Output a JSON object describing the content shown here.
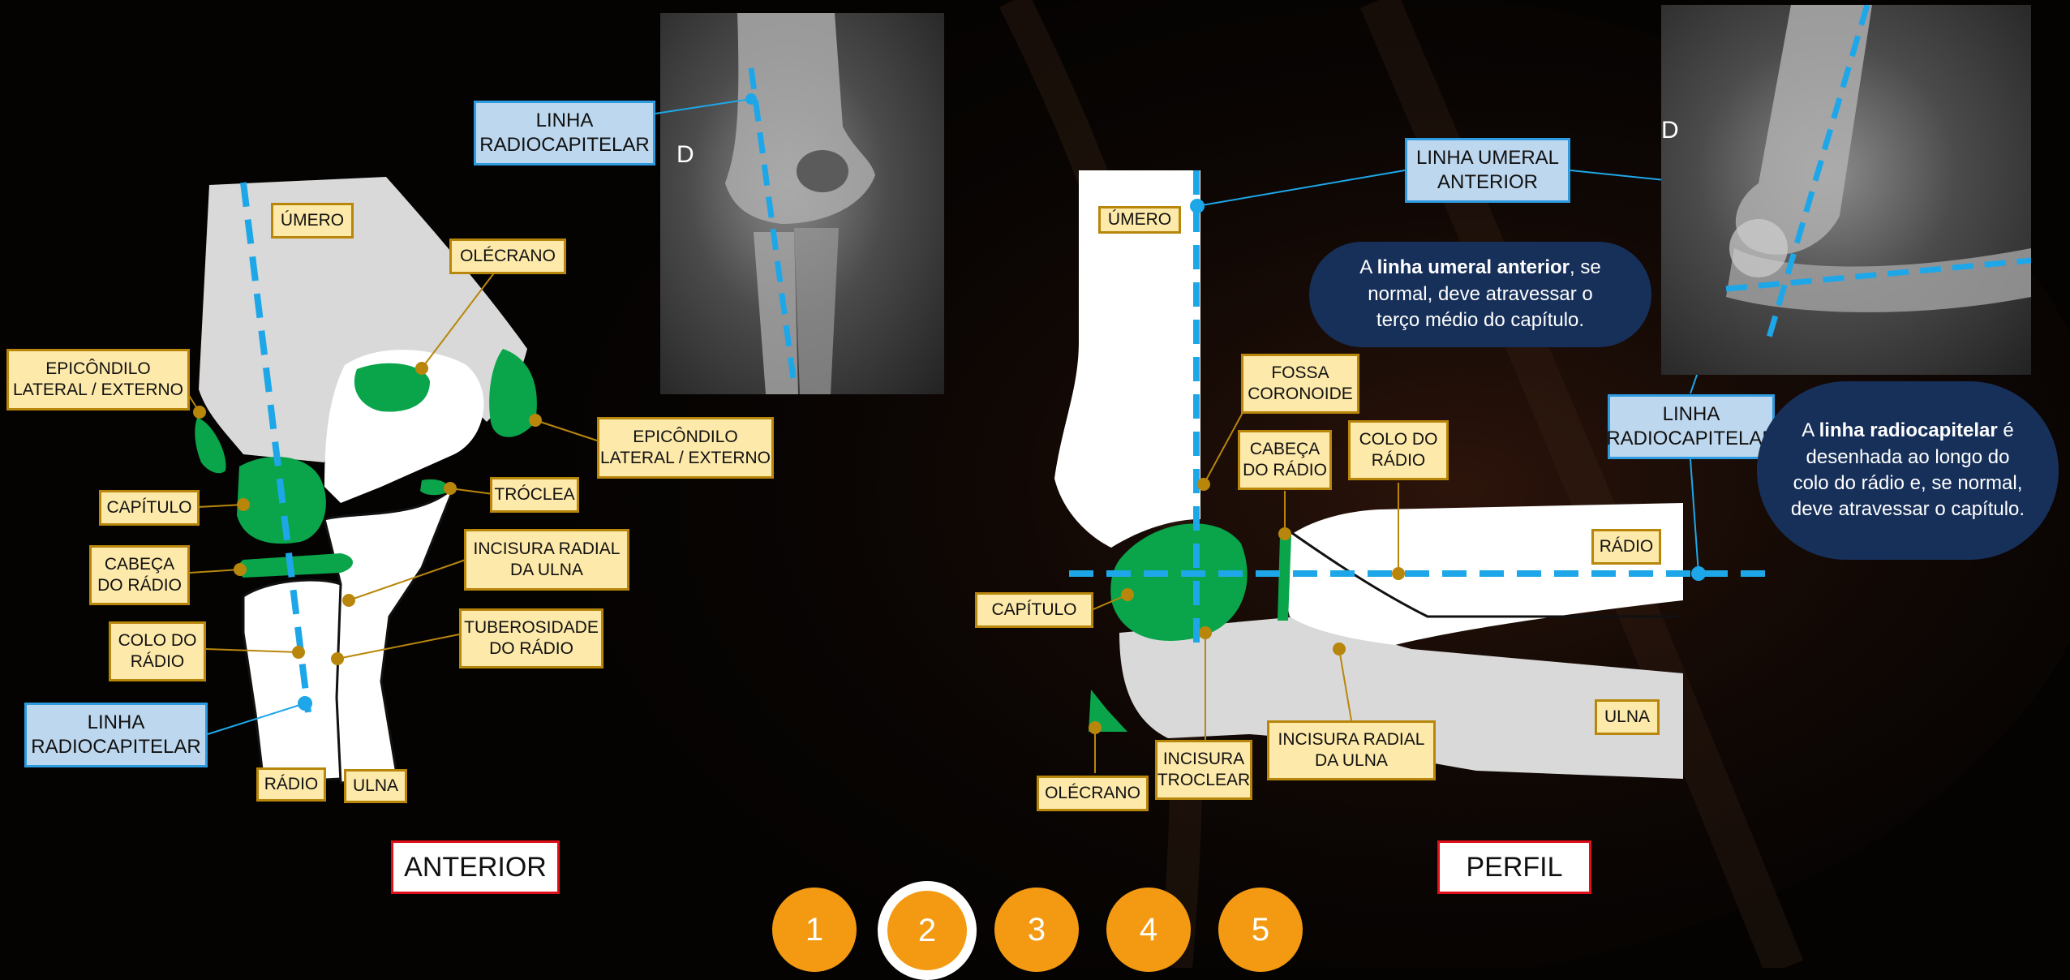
{
  "anterior": {
    "title": "ANTERIOR",
    "labels": {
      "umero": "ÚMERO",
      "olecrano": "OLÉCRANO",
      "epicondilo_left": "EPICÔNDILO\nLATERAL / EXTERNO",
      "epicondilo_right": "EPICÔNDILO\nLATERAL / EXTERNO",
      "troclea": "TRÓCLEA",
      "capitulo": "CAPÍTULO",
      "cabeca_radio": "CABEÇA\nDO RÁDIO",
      "incisura_radial": "INCISURA RADIAL\nDA ULNA",
      "colo_radio": "COLO DO\nRÁDIO",
      "tuberosidade": "TUBEROSIDADE\nDO RÁDIO",
      "linha_radiocapitelar": "LINHA\nRADIOCAPITELAR",
      "radio": "RÁDIO",
      "ulna": "ULNA"
    },
    "xray_label": "LINHA\nRADIOCAPITELAR",
    "xray_side": "D"
  },
  "perfil": {
    "title": "PERFIL",
    "labels": {
      "umero": "ÚMERO",
      "fossa_coronoide": "FOSSA\nCORONOIDE",
      "cabeca_radio": "CABEÇA\nDO RÁDIO",
      "colo_radio": "COLO DO\nRÁDIO",
      "radio": "RÁDIO",
      "capitulo": "CAPÍTULO",
      "ulna": "ULNA",
      "olecrano": "OLÉCRANO",
      "incisura_troclear": "INCISURA\nTROCLEAR",
      "incisura_radial": "INCISURA RADIAL\nDA ULNA"
    },
    "linha_umeral": "LINHA UMERAL\nANTERIOR",
    "linha_radiocapitelar": "LINHA\nRADIOCAPITELAR",
    "xray_side": "D",
    "note_umeral": {
      "pre": "A ",
      "bold": "linha umeral anterior",
      "post": ", se normal, deve atravessar o terço médio do capítulo."
    },
    "note_radiocapitelar": {
      "pre": "A ",
      "bold": "linha radiocapitelar",
      "post": " é desenhada ao longo do colo do rádio e, se normal, deve atravessar o capítulo."
    }
  },
  "pagination": [
    "1",
    "2",
    "3",
    "4",
    "5"
  ],
  "active_page": "2",
  "colors": {
    "label_fill": "#fde9a9",
    "label_border": "#b8860b",
    "blue_line": "#1ea7e8",
    "green": "#0aa54a",
    "accent": "#f39a12",
    "title_border": "#e0101a"
  }
}
